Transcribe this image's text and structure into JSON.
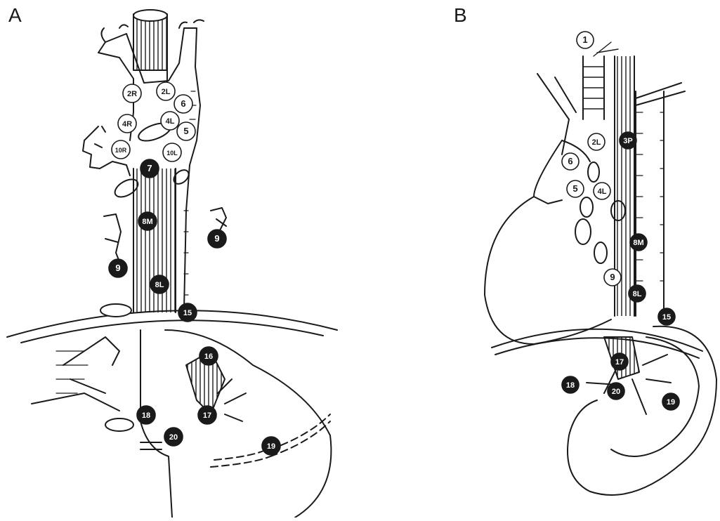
{
  "panels": [
    {
      "letter": "A"
    },
    {
      "letter": "B"
    }
  ],
  "nodes": {
    "A": [
      {
        "label": "2R",
        "filled": false
      },
      {
        "label": "2L",
        "filled": false
      },
      {
        "label": "6",
        "filled": false
      },
      {
        "label": "4R",
        "filled": false
      },
      {
        "label": "4L",
        "filled": false
      },
      {
        "label": "5",
        "filled": false
      },
      {
        "label": "10R",
        "filled": false
      },
      {
        "label": "10L",
        "filled": false
      },
      {
        "label": "7",
        "filled": true
      },
      {
        "label": "8M",
        "filled": true
      },
      {
        "label": "9",
        "filled": true
      },
      {
        "label": "9",
        "filled": true
      },
      {
        "label": "8L",
        "filled": true
      },
      {
        "label": "15",
        "filled": true
      },
      {
        "label": "16",
        "filled": true
      },
      {
        "label": "17",
        "filled": true
      },
      {
        "label": "18",
        "filled": true
      },
      {
        "label": "20",
        "filled": true
      },
      {
        "label": "19",
        "filled": true
      }
    ],
    "B": [
      {
        "label": "1",
        "filled": false
      },
      {
        "label": "2L",
        "filled": false
      },
      {
        "label": "3P",
        "filled": true
      },
      {
        "label": "6",
        "filled": false
      },
      {
        "label": "5",
        "filled": false
      },
      {
        "label": "4L",
        "filled": false
      },
      {
        "label": "8M",
        "filled": true
      },
      {
        "label": "9",
        "filled": false
      },
      {
        "label": "8L",
        "filled": true
      },
      {
        "label": "15",
        "filled": true
      },
      {
        "label": "17",
        "filled": true
      },
      {
        "label": "18",
        "filled": true
      },
      {
        "label": "20",
        "filled": true
      },
      {
        "label": "19",
        "filled": true
      }
    ]
  }
}
